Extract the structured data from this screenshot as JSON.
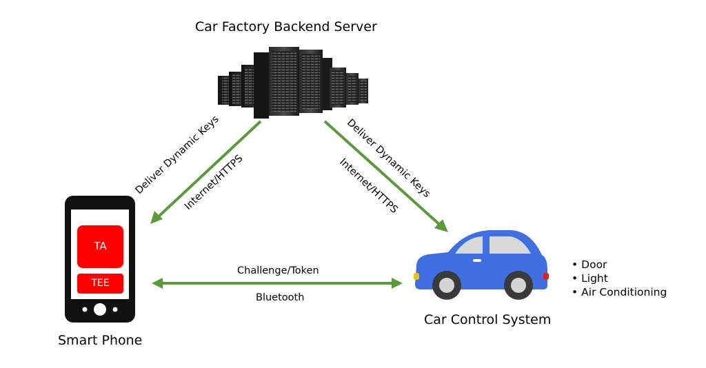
{
  "server": {
    "label": "Car Factory Backend Server"
  },
  "phone": {
    "label": "Smart Phone",
    "ta": "TA",
    "tee": "TEE"
  },
  "car": {
    "label": "Car Control System",
    "features": [
      "Door",
      "Light",
      "Air Conditioning"
    ]
  },
  "edges": {
    "server_to_phone": {
      "top": "Deliver Dynamic Keys",
      "bottom": "Internet/HTTPS"
    },
    "server_to_car": {
      "top": "Deliver Dynamic Keys",
      "bottom": "Internet/HTTPS"
    },
    "phone_car": {
      "top": "Challenge/Token",
      "bottom": "Bluetooth"
    }
  },
  "colors": {
    "arrow": "#5b9a3a",
    "tee_red": "#ff0000",
    "car_body": "#3f6fe0",
    "phone_body": "#111111"
  }
}
